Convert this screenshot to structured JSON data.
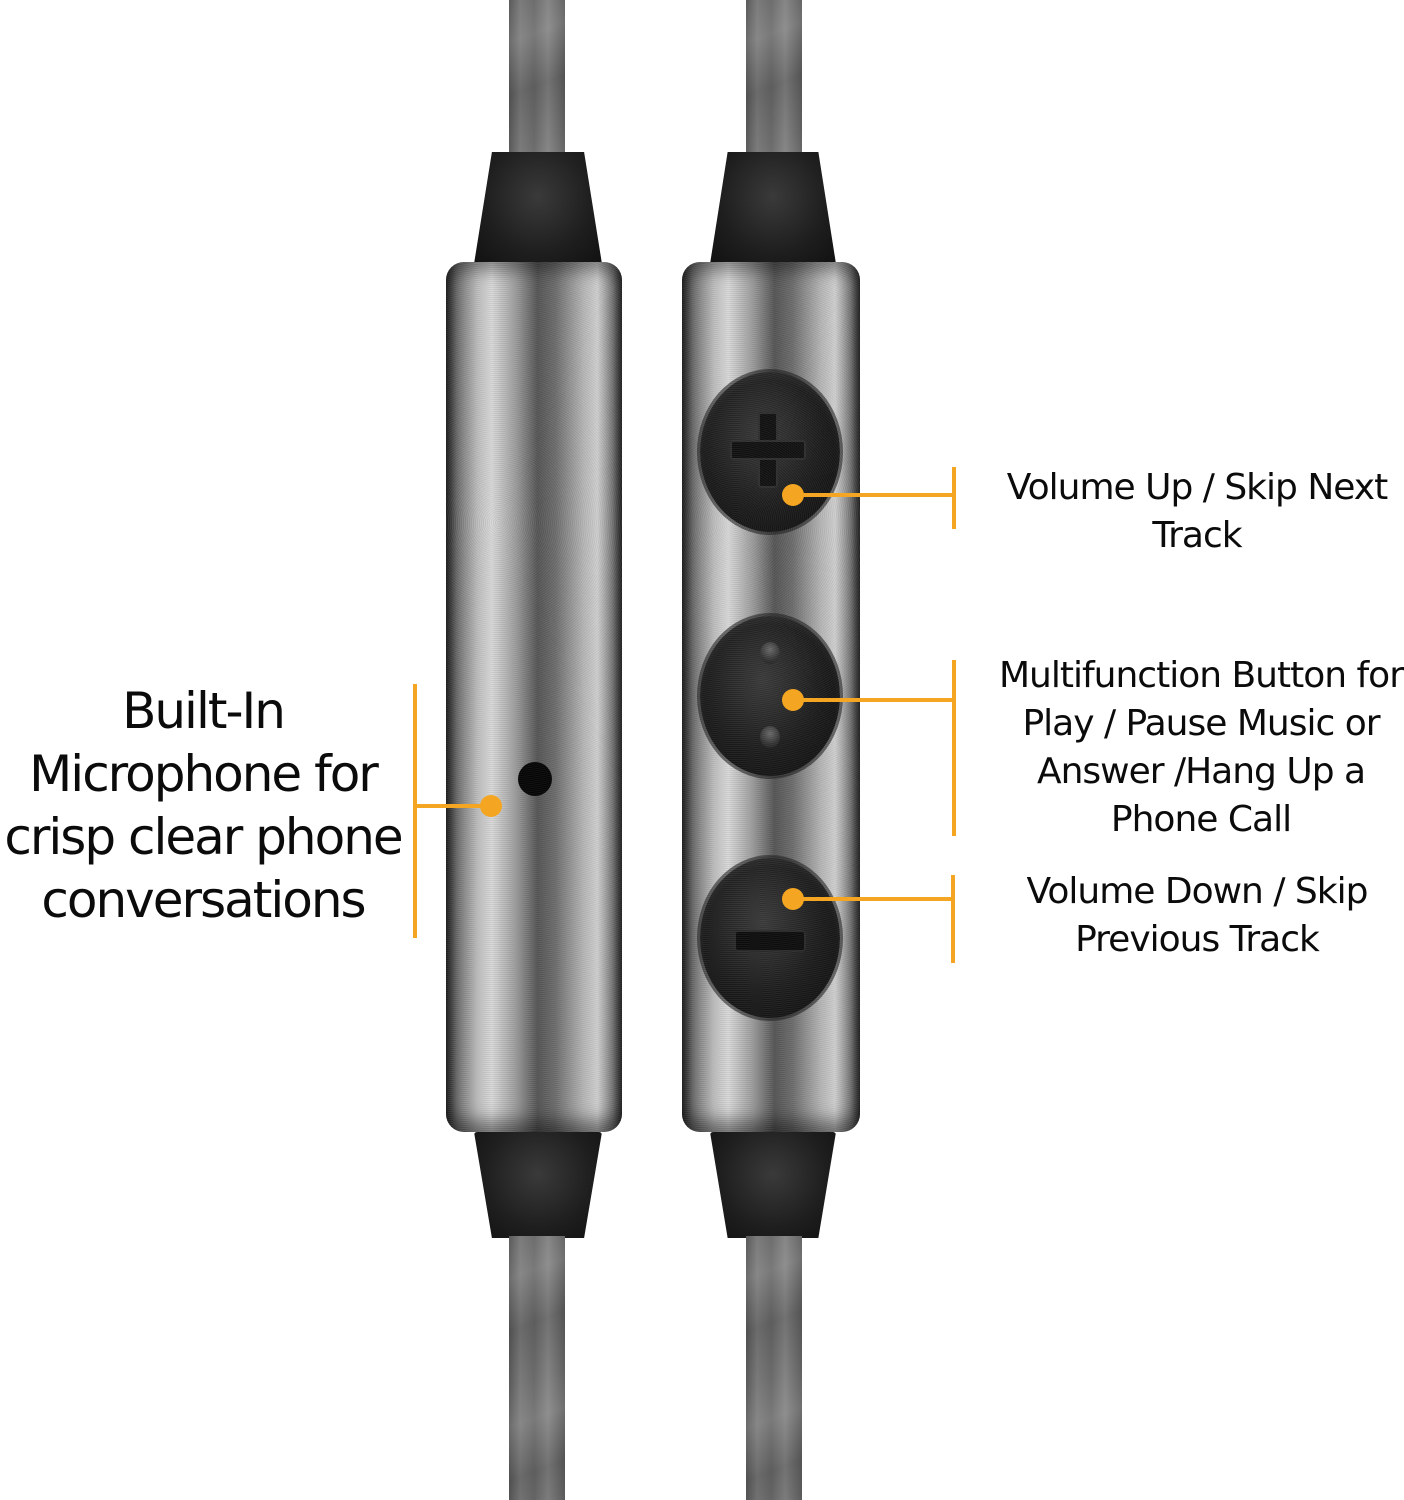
{
  "image": {
    "subject": "Earphone in-line remote control with microphone and three buttons",
    "background_color": "#ffffff",
    "accent_color": "#f4a522",
    "text_color": "#0b0b0b"
  },
  "callouts": {
    "microphone": {
      "lines": [
        "Built-In",
        "Microphone for",
        "crisp clear phone",
        "conversations"
      ],
      "icon": "microphone-hole-icon"
    },
    "volume_up": {
      "lines": [
        "Volume Up / Skip Next",
        "Track"
      ],
      "icon": "plus-icon"
    },
    "multifunction": {
      "lines": [
        "Multifunction Button for",
        "Play / Pause Music or",
        "Answer /Hang Up a",
        "Phone Call"
      ],
      "icon": "multifunction-dots-icon"
    },
    "volume_down": {
      "lines": [
        "Volume Down / Skip",
        "Previous Track"
      ],
      "icon": "minus-icon"
    }
  }
}
